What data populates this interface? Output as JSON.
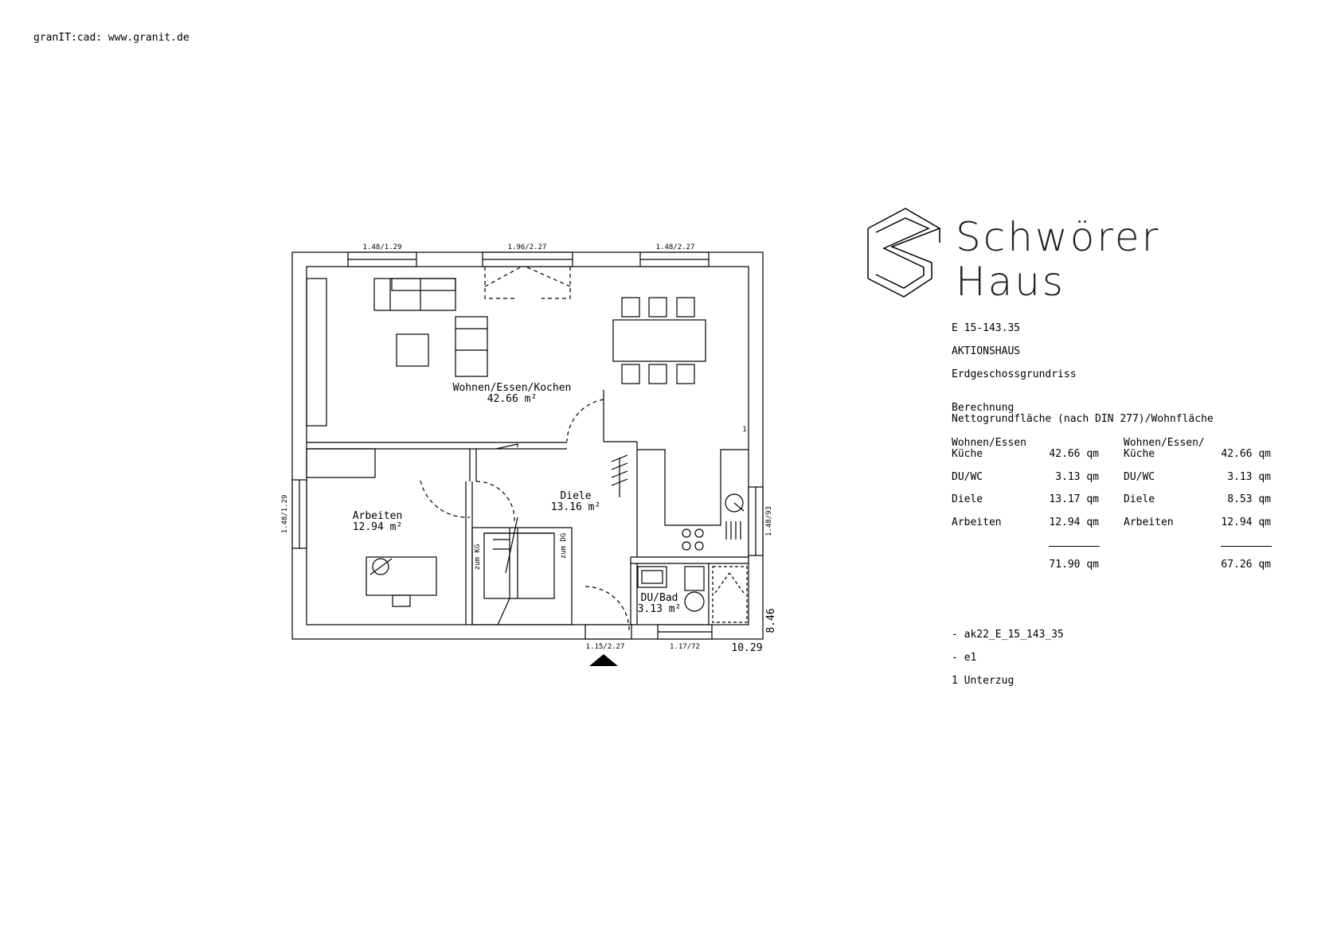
{
  "header": {
    "software": "granIT:cad: www.granit.de"
  },
  "brand": {
    "line1": "Schwörer",
    "line2": "Haus"
  },
  "info": {
    "model": "E 15-143.35",
    "type": "AKTIONSHAUS",
    "plan": "Erdgeschossgrundriss",
    "calc_title": "Berechnung",
    "calc_sub": "Nettogrundfläche (nach DIN 277)/Wohnfläche"
  },
  "calc_left": {
    "rows": [
      {
        "label": "Wohnen/Essen\nKüche",
        "value": "42.66 qm"
      },
      {
        "label": "DU/WC",
        "value": "3.13 qm"
      },
      {
        "label": "Diele",
        "value": "13.17 qm"
      },
      {
        "label": "Arbeiten",
        "value": "12.94 qm"
      }
    ],
    "total": "71.90 qm"
  },
  "calc_right": {
    "rows": [
      {
        "label": "Wohnen/Essen/\nKüche",
        "value": "42.66 qm"
      },
      {
        "label": "DU/WC",
        "value": "3.13 qm"
      },
      {
        "label": "Diele",
        "value": "8.53 qm"
      },
      {
        "label": "Arbeiten",
        "value": "12.94 qm"
      }
    ],
    "total": "67.26 qm"
  },
  "notes": {
    "n1": "- ak22_E_15_143_35",
    "n2": "- e1",
    "n3": "1  Unterzug"
  },
  "plan": {
    "rooms": {
      "living_name": "Wohnen/Essen/Kochen",
      "living_area": "42.66 m²",
      "hall_name": "Diele",
      "hall_area": "13.16 m²",
      "work_name": "Arbeiten",
      "work_area": "12.94 m²",
      "bath_name": "DU/Bad",
      "bath_area": "3.13 m²"
    },
    "windows": {
      "top_left": "1.48/1.29",
      "top_mid": "1.96/2.27",
      "top_right": "1.48/2.27",
      "left": "1.48/1.29",
      "right": "1.48/93",
      "bottom_door": "1.15/2.27",
      "bottom_bath": "1.17/72"
    },
    "dims": {
      "width": "10.29",
      "depth": "8.46"
    },
    "stairs": {
      "down": "zum KG",
      "up": "zum DG"
    },
    "beam_mark": "1"
  }
}
